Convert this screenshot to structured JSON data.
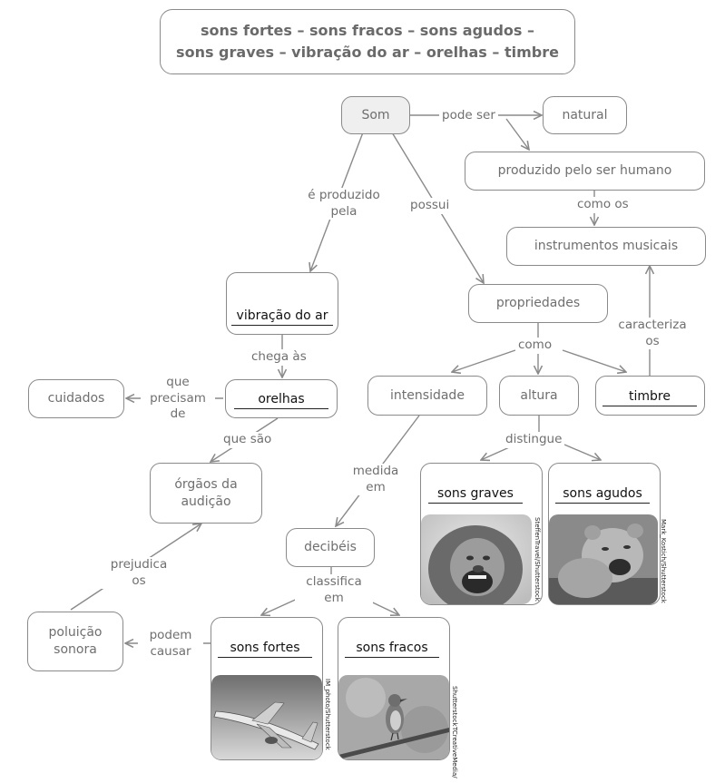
{
  "word_bank": {
    "line1": "sons fortes – sons fracos – sons agudos –",
    "line2": "sons graves – vibração do ar – orelhas – timbre"
  },
  "nodes": {
    "som": "Som",
    "natural": "natural",
    "produzido_humano": "produzido pelo ser humano",
    "instrumentos": "instrumentos musicais",
    "vibracao": "vibração do ar",
    "propriedades": "propriedades",
    "cuidados": "cuidados",
    "orelhas": "orelhas",
    "intensidade": "intensidade",
    "altura": "altura",
    "timbre": "timbre",
    "orgaos_1": "órgãos da",
    "orgaos_2": "audição",
    "decibeis": "decibéis",
    "sons_graves": "sons graves",
    "sons_agudos": "sons agudos",
    "poluicao_1": "poluição",
    "poluicao_2": "sonora",
    "sons_fortes": "sons fortes",
    "sons_fracos": "sons fracos"
  },
  "links": {
    "pode_ser": "pode ser",
    "e_produzido_1": "é produzido",
    "e_produzido_2": "pela",
    "possui": "possui",
    "como_os": "como os",
    "caracteriza_1": "caracteriza",
    "caracteriza_2": "os",
    "como": "como",
    "chega_as": "chega às",
    "que_precisam_1": "que",
    "que_precisam_2": "precisam",
    "que_precisam_3": "de",
    "que_sao": "que são",
    "medida_1": "medida",
    "medida_2": "em",
    "distingue": "distingue",
    "prejudica_1": "prejudica",
    "prejudica_2": "os",
    "classifica_1": "classifica",
    "classifica_2": "em",
    "podem_1": "podem",
    "podem_2": "causar"
  },
  "credits": {
    "graves": "SteffenTravel/Shutterstock",
    "agudos": "Mark_Kostich/Shutterstock",
    "fortes": "IM_photo/Shutterstock",
    "fracos_1": "TCreativeMedia/",
    "fracos_2": "Shutterstock"
  }
}
